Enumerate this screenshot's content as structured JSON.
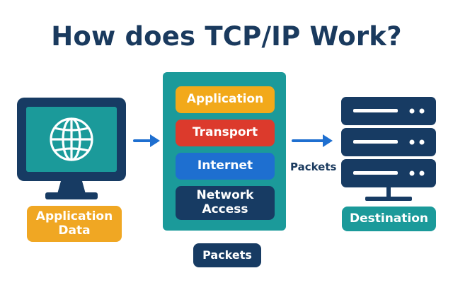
{
  "title": "How does TCP/IP Work?",
  "source": {
    "label": "Application Data"
  },
  "stack": {
    "layers": [
      "Application",
      "Transport",
      "Internet",
      "Network Access"
    ]
  },
  "packets_bottom": "Packets",
  "packets_arrow_label": "Packets",
  "destination": "Destination",
  "colors": {
    "navy": "#173b63",
    "teal": "#1b9a9a",
    "orange": "#f2a91a",
    "red": "#dc3a2c",
    "blue": "#1e6fd0",
    "arrow": "#1e6fd0"
  },
  "icons": [
    "monitor-icon",
    "globe-icon",
    "server-icon",
    "arrow-right-icon"
  ]
}
